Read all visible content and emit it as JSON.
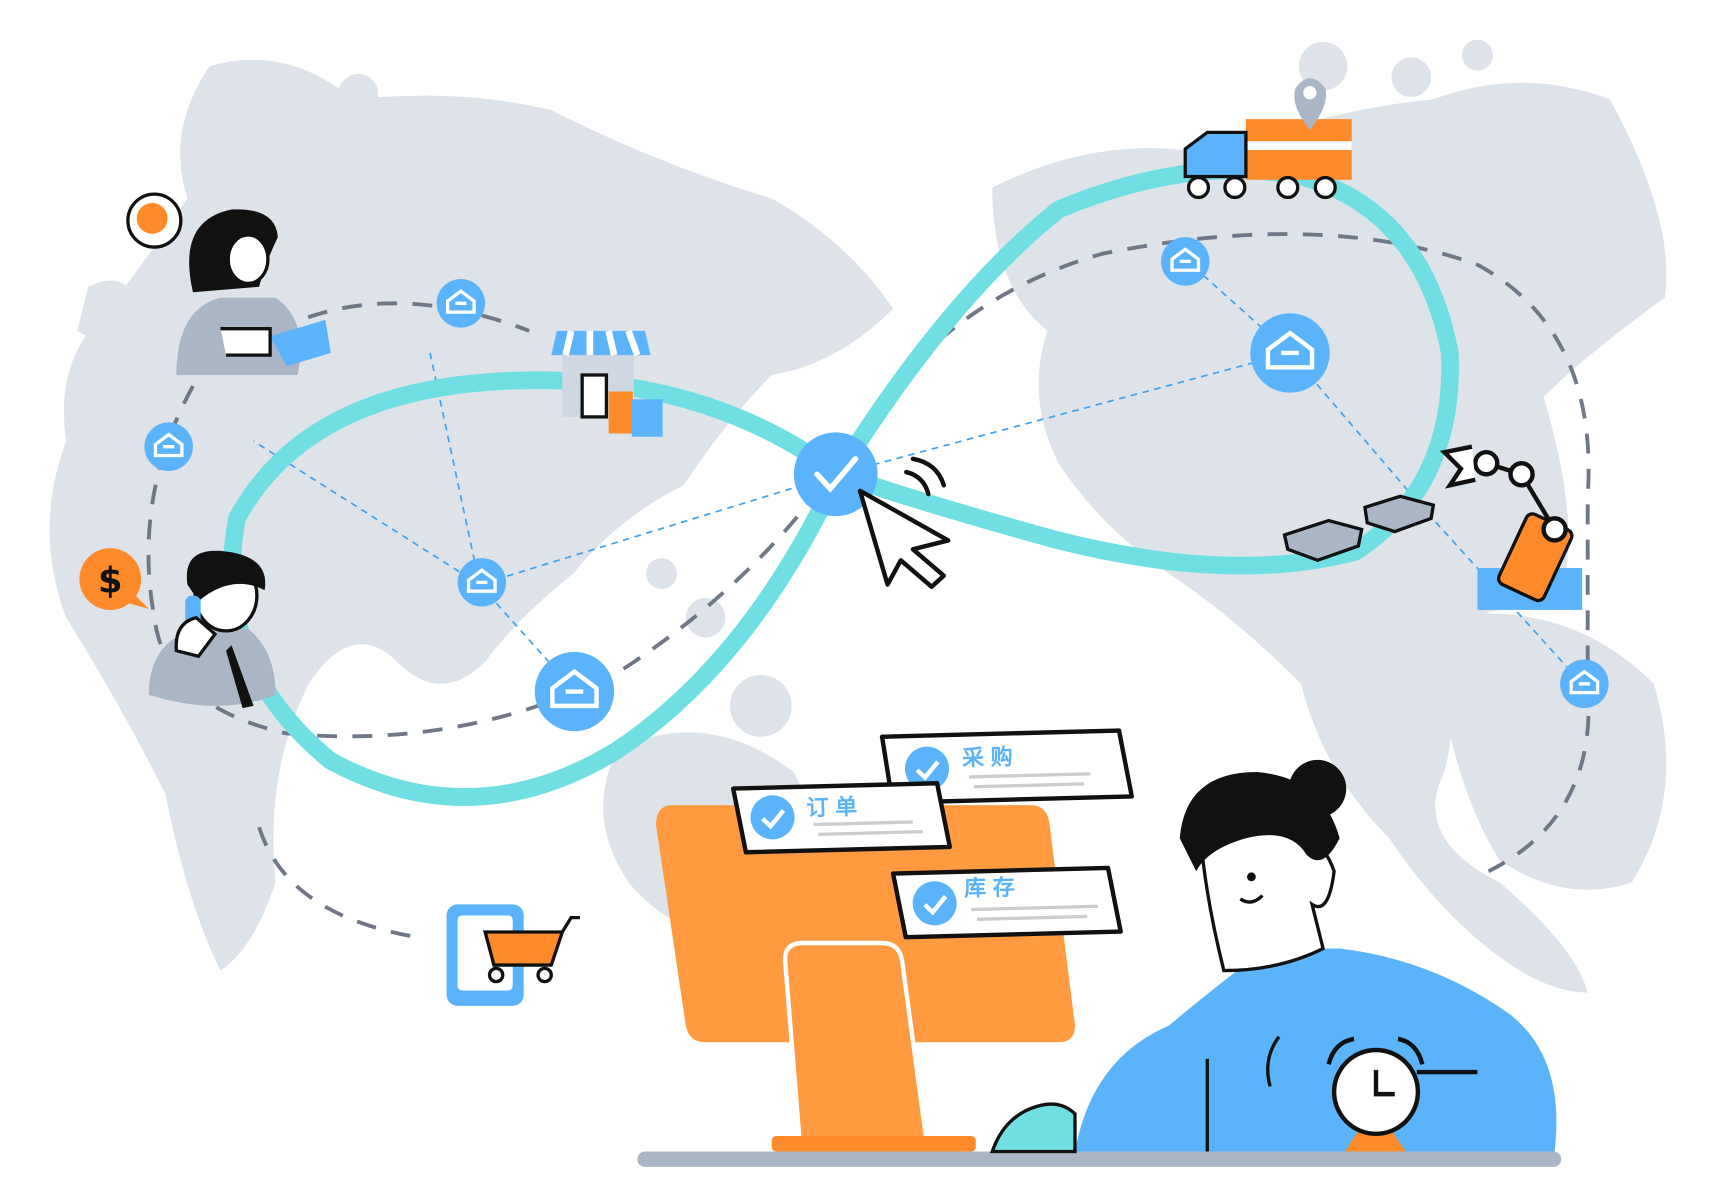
{
  "cards": [
    {
      "label": "采购"
    },
    {
      "label": "订单"
    },
    {
      "label": "库存"
    }
  ],
  "bubbles": {
    "currency_symbol": "$"
  },
  "colors": {
    "map": "#dde3e9",
    "flow": "#6fdfe3",
    "blue": "#5bb4fb",
    "orange": "#ff9a40",
    "dark": "#111111",
    "dash": "#707786"
  }
}
